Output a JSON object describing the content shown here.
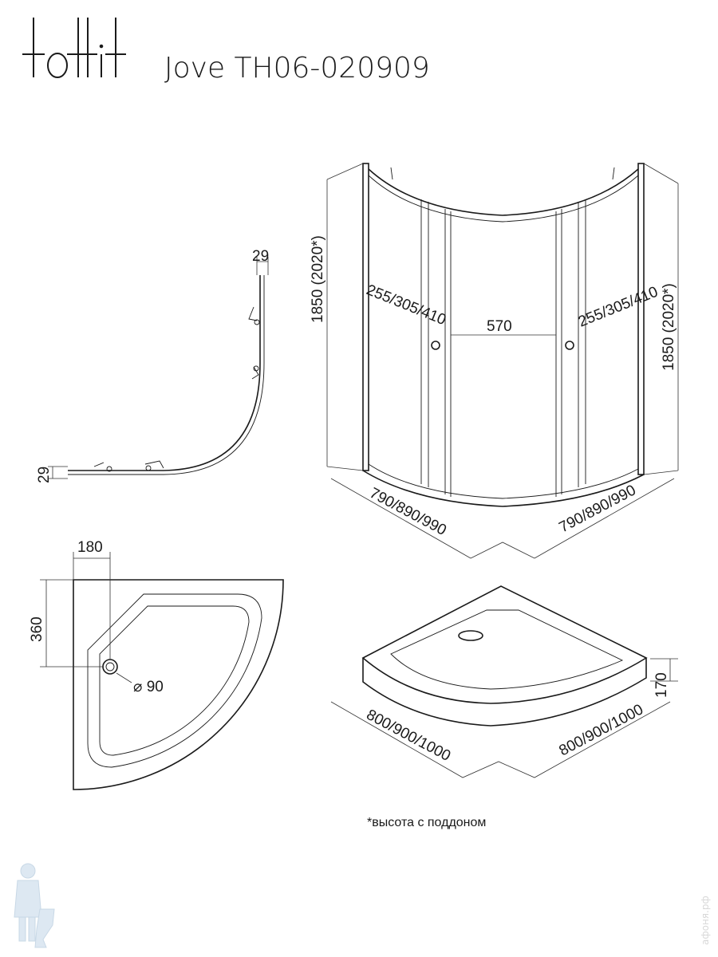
{
  "brand": {
    "logo_text": "tottit",
    "model": "Jove TH06-020909"
  },
  "profile": {
    "dim_top": "29",
    "dim_left": "29"
  },
  "enclosure": {
    "height_left": "1850 (2020*)",
    "height_right": "1850 (2020*)",
    "door_left": "255/305/410",
    "door_right": "255/305/410",
    "door_center": "570",
    "width_left": "790/890/990",
    "width_right": "790/890/990"
  },
  "tray_plan": {
    "dim_x": "180",
    "dim_y": "360",
    "drain": "⌀ 90"
  },
  "tray_3d": {
    "height": "170",
    "width_left": "800/900/1000",
    "width_right": "800/900/1000"
  },
  "footnote": "*высота с поддоном",
  "watermark": "афоня.рф"
}
